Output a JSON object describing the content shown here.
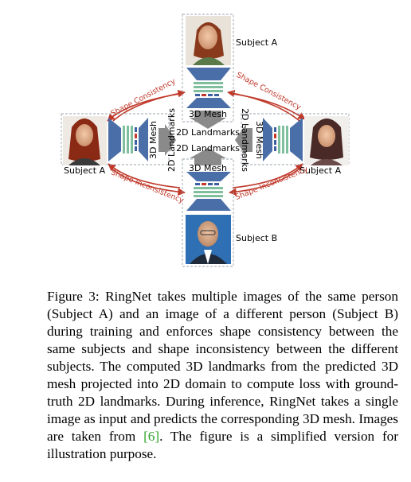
{
  "figure": {
    "labels": {
      "subject_a_top": "Subject A",
      "subject_a_left": "Subject A",
      "subject_a_right": "Subject A",
      "subject_b": "Subject B",
      "mesh_top": "3D Mesh",
      "mesh_left": "3D Mesh",
      "mesh_right": "3D Mesh",
      "mesh_bottom": "3D Mesh",
      "landmarks_center_top": "2D Landmarks",
      "landmarks_center_bottom": "2D Landmarks",
      "landmarks_left": "2D Landmarks",
      "landmarks_right": "2D Landmarks",
      "shape_consistency_left": "Shape Consistency",
      "shape_consistency_right": "Shape Consistency",
      "shape_inconsistency_left": "Shape Inconsistency",
      "shape_inconsistency_right": "Shape Inconsistency"
    },
    "colors": {
      "encoder_blue": "#4a6fa8",
      "feature_green": "#7fbf9d",
      "arrow_red": "#c0392b"
    }
  },
  "caption": {
    "prefix": "Figure 3: RingNet takes multiple images of the same person (Subject A) and an image of a different person (Subject B) during training and enforces shape consistency between the same subjects and shape inconsistency between the different subjects. The computed 3D landmarks from the predicted 3D mesh projected into 2D domain to compute loss with ground-truth 2D landmarks. During inference, RingNet takes a single image as input and predicts the corresponding 3D mesh. Images are taken from ",
    "ref": "[6]",
    "suffix": ". The figure is a simplified version for illustration purpose."
  }
}
